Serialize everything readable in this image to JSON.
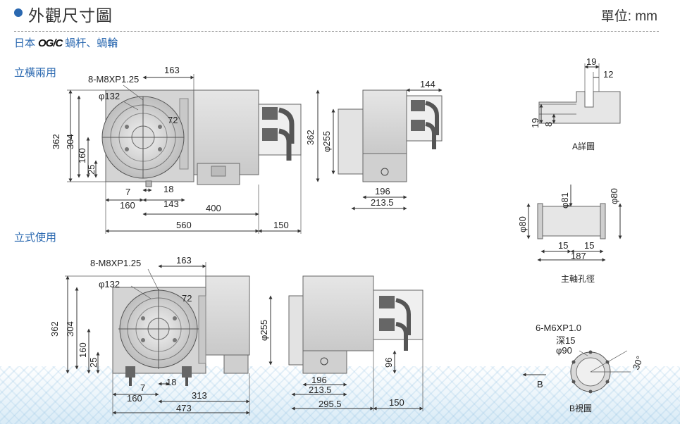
{
  "header": {
    "title": "外觀尺寸圖",
    "unit": "單位: mm"
  },
  "subtitle": {
    "prefix": "日本",
    "brand": "OG/C",
    "suffix": "蝸杆、蝸輪"
  },
  "sections": {
    "horizontal": "立橫兩用",
    "vertical": "立式使用"
  },
  "top_view1": {
    "bolt": "8-M8XP1.25",
    "d163": "163",
    "phi132": "φ132",
    "d72": "72",
    "d362": "362",
    "d304": "304",
    "d160v": "160",
    "d25": "25",
    "d7": "7",
    "d18": "18",
    "d160h": "160",
    "d143": "143",
    "d400": "400",
    "d560": "560",
    "d150": "150"
  },
  "side_view1": {
    "d362": "362",
    "phi255": "φ255",
    "d144": "144",
    "d196": "196",
    "d213_5": "213.5"
  },
  "detail_a": {
    "d19t": "19",
    "d12": "12",
    "d19l": "19",
    "d8": "8",
    "caption": "A詳圖"
  },
  "spindle": {
    "phi81": "φ81",
    "phi80r": "φ80",
    "phi80l": "φ80",
    "d15a": "15",
    "d15b": "15",
    "d187": "187",
    "caption": "主軸孔徑"
  },
  "bottom_view2": {
    "bolt": "8-M8XP1.25",
    "d163": "163",
    "phi132": "φ132",
    "d72": "72",
    "d362": "362",
    "d304": "304",
    "d160v": "160",
    "d25": "25",
    "d7": "7",
    "d18": "18",
    "d160h": "160",
    "d313": "313",
    "d473": "473"
  },
  "side_view2": {
    "phi255": "φ255",
    "d96": "96",
    "d196": "196",
    "d213_5": "213.5",
    "d295_5": "295.5",
    "d150": "150"
  },
  "view_b": {
    "bolt": "6-M6XP1.0",
    "depth": "深15",
    "phi90": "φ90",
    "angle": "30°",
    "arrow_label": "B",
    "caption": "B視圖"
  }
}
